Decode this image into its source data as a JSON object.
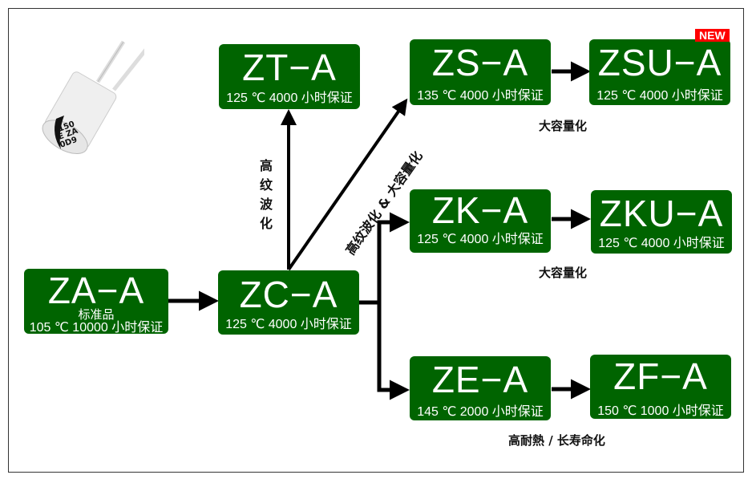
{
  "product_image": {
    "description": "capacitor",
    "markings": [
      "150",
      "E ZA",
      "0D9"
    ]
  },
  "nodes": {
    "za": {
      "name": "ZA−A",
      "tag": "标准品",
      "spec": "105 ℃ 10000 小时保证"
    },
    "zc": {
      "name": "ZC−A",
      "spec": "125 ℃ 4000 小时保证"
    },
    "zt": {
      "name": "ZT−A",
      "spec": "125 ℃ 4000 小时保证"
    },
    "zs": {
      "name": "ZS−A",
      "spec": "135 ℃ 4000 小时保证"
    },
    "zsu": {
      "name": "ZSU−A",
      "spec": "125 ℃ 4000 小时保证",
      "badge": "NEW"
    },
    "zk": {
      "name": "ZK−A",
      "spec": "125 ℃ 4000 小时保证"
    },
    "zku": {
      "name": "ZKU−A",
      "spec": "125 ℃ 4000 小时保证"
    },
    "ze": {
      "name": "ZE−A",
      "spec": "145 ℃ 2000 小时保证"
    },
    "zf": {
      "name": "ZF−A",
      "spec": "150 ℃ 1000 小时保证"
    }
  },
  "labels": {
    "zt_arrow": [
      "高",
      "纹",
      "波",
      "化"
    ],
    "zs_arrow": "高纹波化 & 大容量化",
    "zs_zsu": "大容量化",
    "zk_zku": "大容量化",
    "ze_zf": "高耐熱 / 长寿命化"
  },
  "colors": {
    "box_green": "#006400",
    "badge_red": "#ff0000",
    "arrow": "#000000"
  }
}
